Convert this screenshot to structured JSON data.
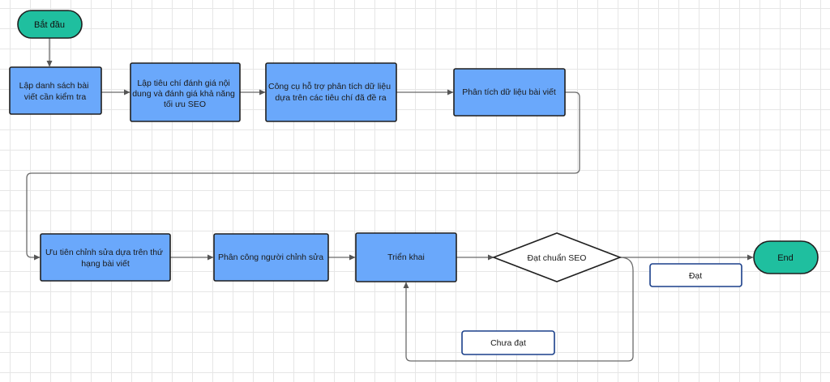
{
  "nodes": {
    "start": {
      "lines": [
        "Bắt đầu"
      ]
    },
    "step1": {
      "lines": [
        "Lập  danh sách bài",
        "viết cần kiểm tra"
      ]
    },
    "step2": {
      "lines": [
        "Lập tiêu chí đánh giá nội",
        "dung  và đánh giá khả năng",
        "tối ưu SEO"
      ]
    },
    "step3": {
      "lines": [
        "Công cụ hỗ trợ phân tích dữ liệu",
        "dựa trên các tiêu chí đã đề ra"
      ]
    },
    "step4": {
      "lines": [
        "Phân tích dữ liệu bài viết"
      ]
    },
    "step5": {
      "lines": [
        "Ưu tiên chỉnh sửa dựa trên thứ",
        "hạng bài viết"
      ]
    },
    "step6": {
      "lines": [
        "Phân công người chỉnh sửa"
      ]
    },
    "step7": {
      "lines": [
        "Triển khai"
      ]
    },
    "decision": {
      "lines": [
        "Đạt chuẩn SEO"
      ]
    },
    "end": {
      "lines": [
        "End"
      ]
    },
    "label_pass": {
      "lines": [
        "Đạt"
      ]
    },
    "label_fail": {
      "lines": [
        "Chưa đạt"
      ]
    }
  },
  "colors": {
    "process_fill": "#6aa8fb",
    "terminal_fill": "#1fbf9f",
    "label_border": "#1a3f8a",
    "edge": "#6b6b6b"
  }
}
